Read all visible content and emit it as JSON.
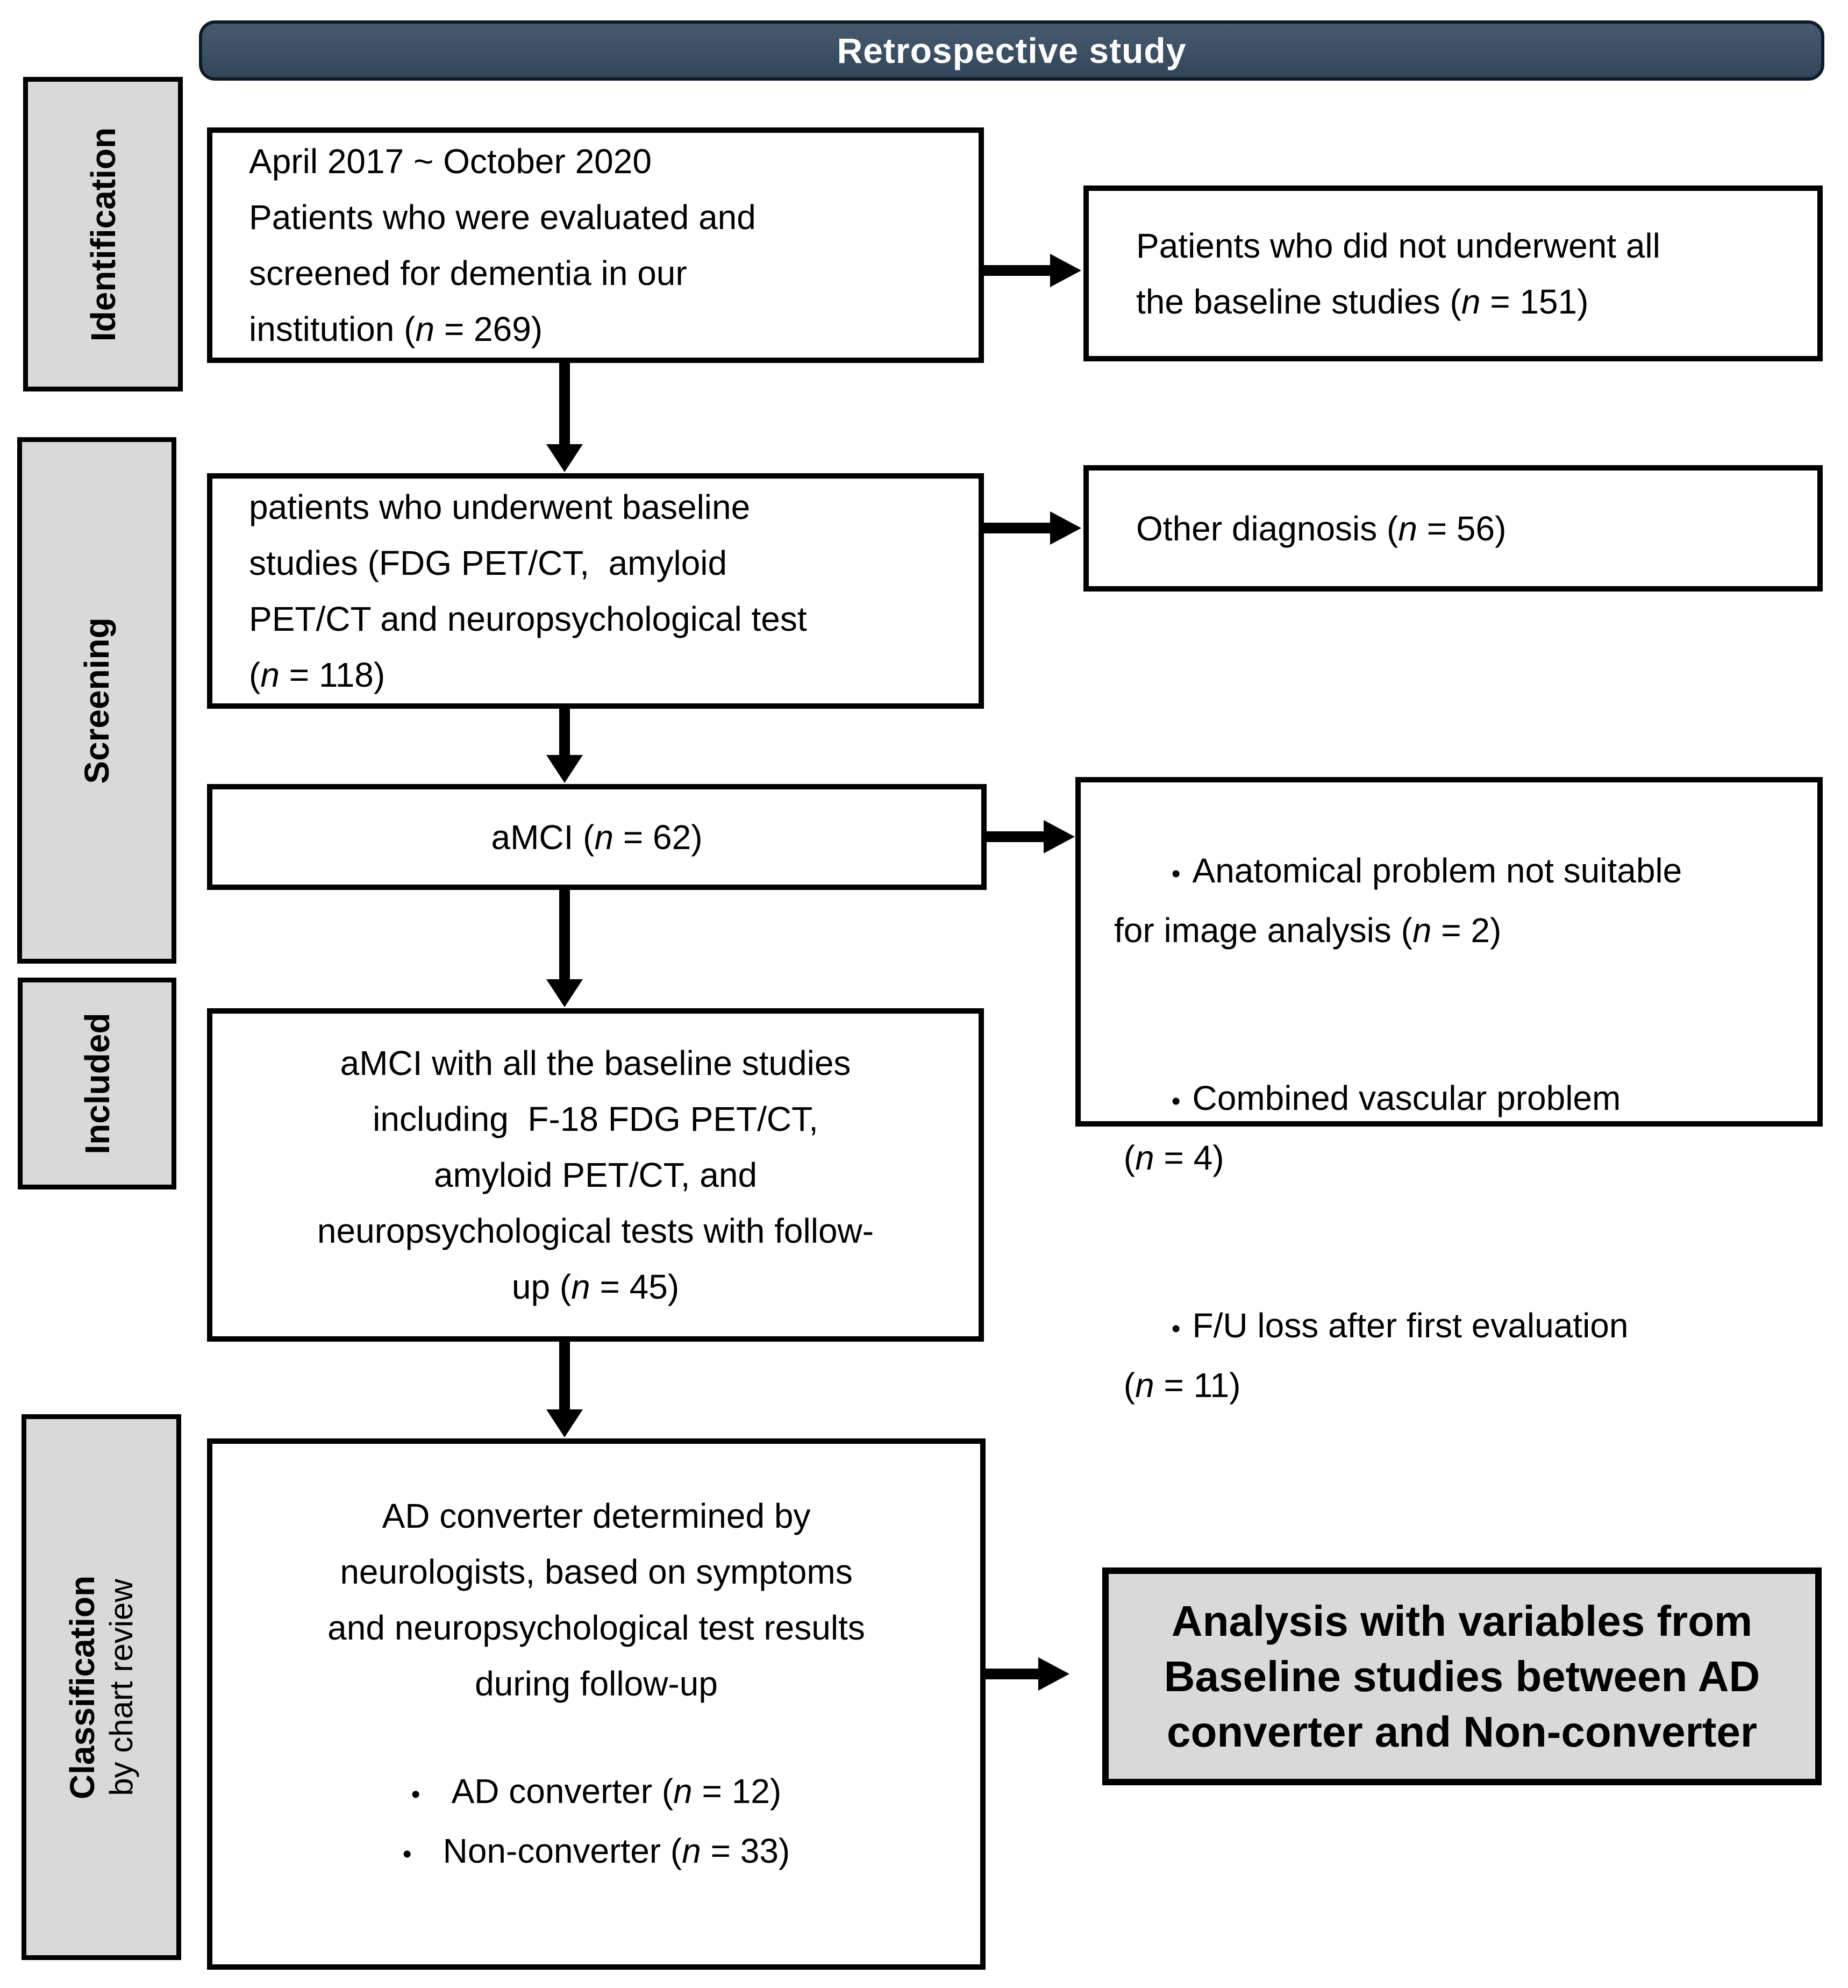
{
  "figure": {
    "header": {
      "title": "Retrospective study"
    },
    "stages": [
      {
        "label": "Identification"
      },
      {
        "label": "Screening"
      },
      {
        "label": "Included"
      },
      {
        "label": "Classification",
        "sublabel": "by chart review"
      }
    ],
    "flow_boxes": {
      "identification": {
        "text": "April 2017 ~ October 2020\nPatients who were evaluated and\nscreened for dementia in our\ninstitution (n = 269)"
      },
      "screening": {
        "text": "patients who underwent baseline\nstudies (FDG PET/CT,  amyloid\nPET/CT and neuropsychological test\n(n = 118)"
      },
      "amci": {
        "text": "aMCI (n = 62)"
      },
      "included": {
        "text": "aMCI with all the baseline studies\nincluding  F-18 FDG PET/CT,\namyloid PET/CT, and\nneuropsychological tests with follow-\nup (n = 45)"
      },
      "classification": {
        "text": "AD converter determined by\nneurologists, based on symptoms\nand neuropsychological test results\nduring follow-up",
        "bullets": [
          {
            "glyph": "•",
            "text": "AD converter (n = 12)"
          },
          {
            "glyph": "•",
            "text": "Non-converter (n = 33)"
          }
        ]
      }
    },
    "side_boxes": {
      "not_all_baseline": {
        "text": "Patients who did not underwent all\nthe baseline studies (n = 151)"
      },
      "other_diagnosis": {
        "text": "Other diagnosis (n = 56)"
      },
      "exclusions": {
        "bullets": [
          {
            "glyph": "•",
            "text": "Anatomical problem not suitable\nfor image analysis (n = 2)"
          },
          {
            "glyph": "•",
            "text": "Combined vascular problem\n (n = 4)"
          },
          {
            "glyph": "•",
            "text": "F/U loss after first evaluation\n (n = 11)"
          }
        ]
      },
      "analysis": {
        "text": "Analysis with variables from\nBaseline studies between AD\nconverter and Non-converter"
      }
    },
    "colors": {
      "header_bg": "#3c5064",
      "header_border": "#0e1c28",
      "header_text": "#ffffff",
      "stage_bg": "#d9d9d9",
      "analysis_bg": "#d9d9d9",
      "box_border": "#000000",
      "text": "#000000",
      "arrow": "#000000"
    }
  }
}
